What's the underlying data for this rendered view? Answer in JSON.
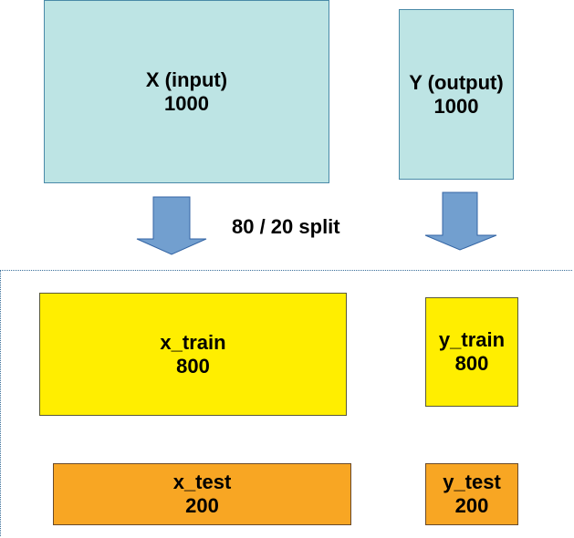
{
  "inputs": {
    "x": {
      "title": "X (input)",
      "count": "1000"
    },
    "y": {
      "title": "Y (output)",
      "count": "1000"
    }
  },
  "split": {
    "label": "80 / 20 split"
  },
  "train": {
    "x": {
      "title": "x_train",
      "count": "800"
    },
    "y": {
      "title": "y_train",
      "count": "800"
    }
  },
  "test": {
    "x": {
      "title": "x_test",
      "count": "200"
    },
    "y": {
      "title": "y_test",
      "count": "200"
    }
  },
  "colors": {
    "input_fill": "#bde4e4",
    "train_fill": "#ffee00",
    "test_fill": "#f8a623",
    "arrow_fill": "#729fcf",
    "arrow_stroke": "#3465a4",
    "divider": "#3a6f9a"
  }
}
